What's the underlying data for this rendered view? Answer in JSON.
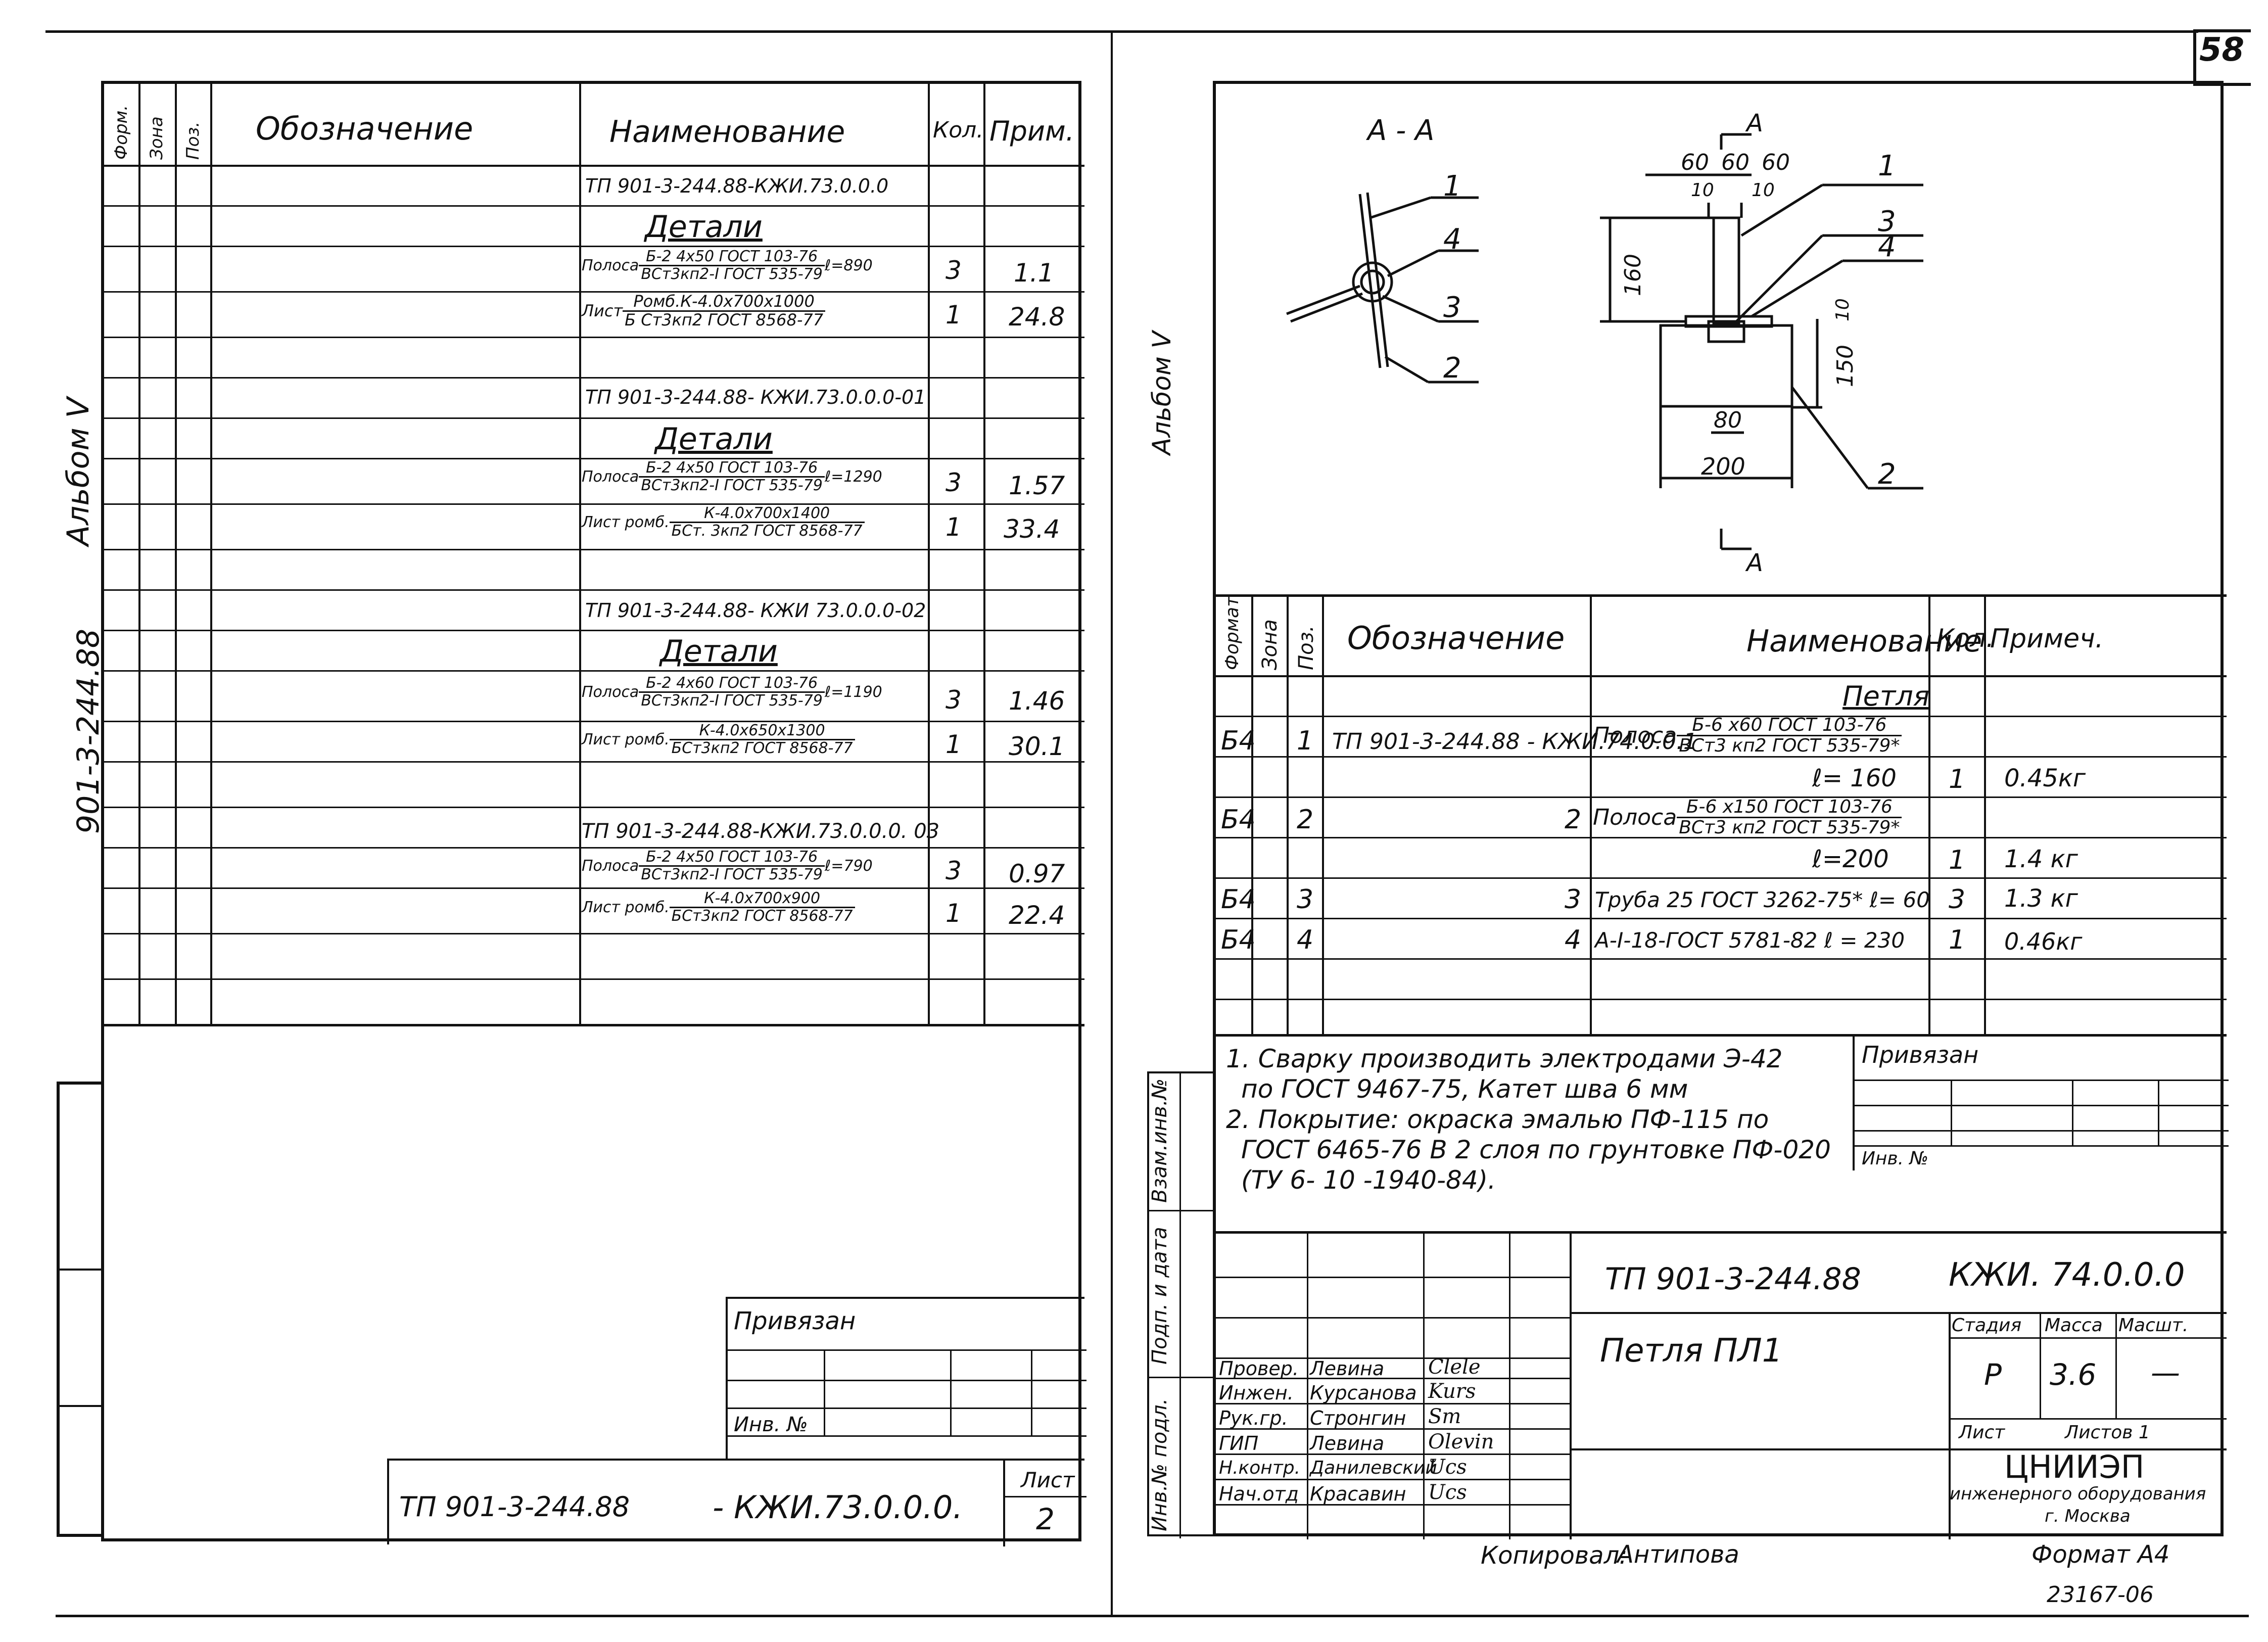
{
  "page_number": "58",
  "album_label": "Альбом V",
  "album_project": "901-3-244.88",
  "left_sheet": {
    "headers": {
      "format": "Форм.",
      "zone": "Зона",
      "pos": "Поз.",
      "designation": "Обозначение",
      "name": "Наименование",
      "qty": "Кол.",
      "note": "Прим."
    },
    "groups": [
      {
        "designation": "ТП 901-3-244.88-КЖИ.73.0.0.0",
        "section": "Детали",
        "items": [
          {
            "prefix": "Полоса",
            "num": "Б-2 4х50 ГОСТ 103-76",
            "den": "ВСт3кп2-I ГОСТ 535-79",
            "suffix": "ℓ=890",
            "qty": "3",
            "note": "1.1"
          },
          {
            "prefix": "Лист",
            "num": "Ромб.К-4.0х700х1000",
            "den": "Б Ст3кп2 ГОСТ 8568-77",
            "suffix": "",
            "qty": "1",
            "note": "24.8"
          }
        ]
      },
      {
        "designation": "ТП 901-3-244.88- КЖИ.73.0.0.0-01",
        "section": "Детали",
        "items": [
          {
            "prefix": "Полоса",
            "num": "Б-2 4х50 ГОСТ 103-76",
            "den": "ВСт3кп2-I ГОСТ 535-79",
            "suffix": "ℓ=1290",
            "qty": "3",
            "note": "1.57"
          },
          {
            "prefix": "Лист ромб.",
            "num": "К-4.0х700х1400",
            "den": "БСт. 3кп2 ГОСТ 8568-77",
            "suffix": "",
            "qty": "1",
            "note": "33.4"
          }
        ]
      },
      {
        "designation": "ТП 901-3-244.88- КЖИ 73.0.0.0-02",
        "section": "Детали",
        "items": [
          {
            "prefix": "Полоса",
            "num": "Б-2 4х60 ГОСТ 103-76",
            "den": "ВСт3кп2-I ГОСТ 535-79",
            "suffix": "ℓ=1190",
            "qty": "3",
            "note": "1.46"
          },
          {
            "prefix": "Лист ромб.",
            "num": "К-4.0х650х1300",
            "den": "БСт3кп2 ГОСТ 8568-77",
            "suffix": "",
            "qty": "1",
            "note": "30.1"
          }
        ]
      },
      {
        "designation": "ТП 901-3-244.88-КЖИ.73.0.0.0. 03",
        "section": "",
        "items": [
          {
            "prefix": "Полоса",
            "num": "Б-2 4х50 ГОСТ 103-76",
            "den": "ВСт3кп2-I ГОСТ 535-79",
            "suffix": "ℓ=790",
            "qty": "3",
            "note": "0.97"
          },
          {
            "prefix": "Лист ромб.",
            "num": "К-4.0х700х900",
            "den": "БСт3кп2 ГОСТ 8568-77",
            "suffix": "",
            "qty": "1",
            "note": "22.4"
          }
        ]
      }
    ],
    "privyazan": "Привязан",
    "inv_no": "Инв. №",
    "stamp_code": "ТП 901-3-244.88",
    "stamp_mark": "- КЖИ.73.0.0.0.",
    "sheet_label": "Лист",
    "sheet_no": "2"
  },
  "right_sheet": {
    "section_label": "А - А",
    "cut_label": "А",
    "dims": {
      "d60a": "60",
      "d60b": "60",
      "d60c": "60",
      "d10a": "10",
      "d10b": "10",
      "d160": "160",
      "d10c": "10",
      "d150": "150",
      "d80": "80",
      "d200": "200"
    },
    "callouts": [
      "1",
      "4",
      "3",
      "2",
      "1",
      "3",
      "4",
      "2"
    ],
    "headers": {
      "format": "Формат",
      "zone": "Зона",
      "pos": "Поз.",
      "designation": "Обозначение",
      "name": "Наименование",
      "qty": "Кол.",
      "note": "Примеч."
    },
    "group_title": "Петля",
    "rows": [
      {
        "format": "Б4",
        "pos": "1",
        "designation": "ТП 901-3-244.88 - КЖИ.74.0.0.1",
        "prefix": "Полоса",
        "num": "Б-6 х60 ГОСТ 103-76",
        "den": "ВСт3 кп2 ГОСТ 535-79*",
        "cont": "ℓ= 160",
        "qty": "1",
        "note": "0.45кг"
      },
      {
        "format": "Б4",
        "pos": "2",
        "designation": "2",
        "prefix": "Полоса",
        "num": "Б-6 х150 ГОСТ 103-76",
        "den": "ВСт3 кп2 ГОСТ 535-79*",
        "cont": "ℓ=200",
        "qty": "1",
        "note": "1.4 кг"
      },
      {
        "format": "Б4",
        "pos": "3",
        "designation": "3",
        "name": "Труба 25 ГОСТ 3262-75* ℓ= 60",
        "qty": "3",
        "note": "1.3 кг"
      },
      {
        "format": "Б4",
        "pos": "4",
        "designation": "4",
        "name": "А-I-18-ГОСТ 5781-82 ℓ = 230",
        "qty": "1",
        "note": "0.46кг"
      }
    ],
    "notes": [
      "1. Сварку производить электродами Э-42",
      "по ГОСТ 9467-75, Катет шва 6 мм",
      "2. Покрытие: окраска эмалью ПФ-115 по",
      "ГОСТ 6465-76 В 2 слоя по грунтовке ПФ-020",
      "(ТУ 6- 10 -1940-84)."
    ],
    "privyazan": "Привязан",
    "inv_no": "Инв. №",
    "side_labels": [
      "Взам.инв.№",
      "Подп. и дата",
      "Инв.№ подл."
    ],
    "signatures": [
      {
        "role": "Провер.",
        "name": "Левина",
        "sign": "Clele"
      },
      {
        "role": "Инжен.",
        "name": "Курсанова",
        "sign": "Kurs"
      },
      {
        "role": "Рук.гр.",
        "name": "Стронгин",
        "sign": "Sm"
      },
      {
        "role": "ГИП",
        "name": "Левина",
        "sign": "Olevin"
      },
      {
        "role": "Н.контр.",
        "name": "Данилевский",
        "sign": "Ucs"
      },
      {
        "role": "Нач.отд",
        "name": "Красавин",
        "sign": "Ucs"
      }
    ],
    "project_code": "ТП 901-3-244.88",
    "doc_mark": "КЖИ. 74.0.0.0",
    "title": "Петля ПЛ1",
    "stage_label": "Стадия",
    "mass_label": "Масса",
    "scale_label": "Масшт.",
    "stage": "Р",
    "mass": "3.6",
    "scale": "—",
    "sheet_label": "Лист",
    "sheets_label": "Листов 1",
    "org": "ЦНИИЭП",
    "org_sub": "инженерного оборудования",
    "org_city": "г. Москва",
    "copied_label": "Копировал:",
    "copied_by": "Антипова",
    "format_label": "Формат А4",
    "archive_no": "23167-06"
  }
}
